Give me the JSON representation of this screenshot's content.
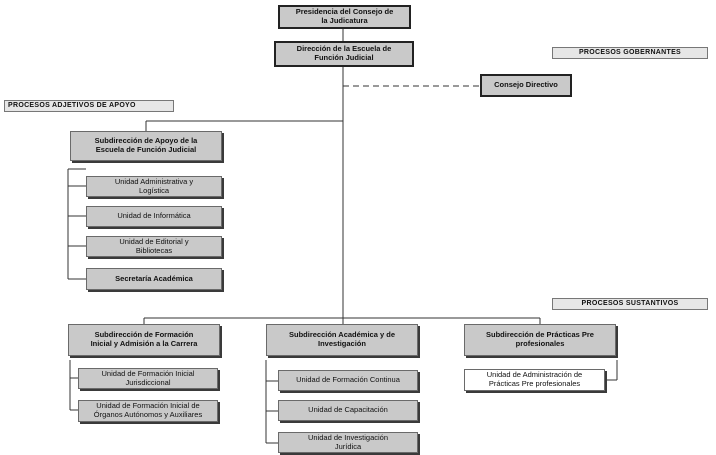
{
  "nodes": {
    "presidencia": "Presidencia del Consejo de\nla Judicatura",
    "direccion": "Dirección de la Escuela de\nFunción Judicial",
    "consejo": "Consejo Directivo",
    "sub_apoyo": "Subdirección de Apoyo de la\nEscuela de Función Judicial",
    "u_admin": "Unidad Administrativa y\nLogística",
    "u_informatica": "Unidad de Informática",
    "u_editorial": "Unidad de Editorial y\nBibliotecas",
    "secretaria": "Secretaría Académica",
    "sub_formacion": "Subdirección de Formación\nInicial y Admisión a la Carrera",
    "sub_academica": "Subdirección Académica y de\nInvestigación",
    "sub_practicas": "Subdirección de Prácticas Pre\nprofesionales",
    "u_form_jur": "Unidad de Formación Inicial\nJurisdiccional",
    "u_form_org": "Unidad de Formación Inicial de\nÓrganos Autónomos y Auxiliares",
    "u_continua": "Unidad de Formación Continua",
    "u_capacitacion": "Unidad de Capacitación",
    "u_investigacion": "Unidad de Investigación\nJurídica",
    "u_adm_practicas": "Unidad de Administración de\nPrácticas Pre profesionales"
  },
  "sections": {
    "gobernantes": "PROCESOS GOBERNANTES",
    "apoyo": "PROCESOS ADJETIVOS DE APOYO",
    "sustantivos": "PROCESOS SUSTANTIVOS"
  }
}
